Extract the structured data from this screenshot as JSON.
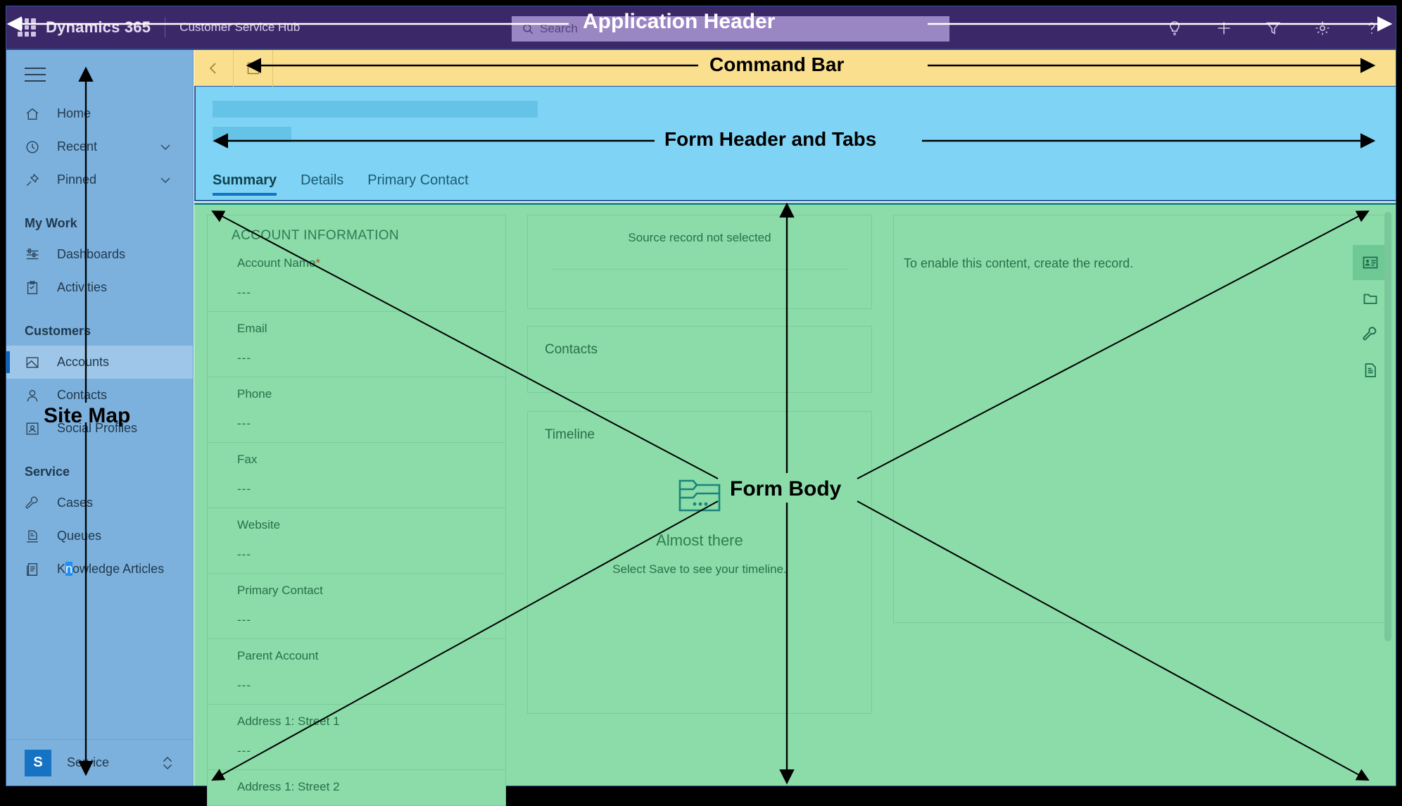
{
  "app_header": {
    "brand": "Dynamics 365",
    "app_name": "Customer Service Hub",
    "waffle_icon": "waffle-icon",
    "search": {
      "placeholder": "Search",
      "icon": "search-icon"
    },
    "actions": [
      {
        "name": "lightbulb-icon",
        "label": "Insights"
      },
      {
        "name": "plus-icon",
        "label": "Quick create"
      },
      {
        "name": "filter-icon",
        "label": "Filter"
      },
      {
        "name": "gear-icon",
        "label": "Settings"
      },
      {
        "name": "question-icon",
        "label": "Help"
      }
    ],
    "bg_color": "#3b2869",
    "search_bg": "#9b86c4"
  },
  "sitemap": {
    "hamburger_icon": "hamburger-icon",
    "items": [
      {
        "label": "Home",
        "icon": "home-icon",
        "chevron": false,
        "selected": false
      },
      {
        "label": "Recent",
        "icon": "clock-icon",
        "chevron": true,
        "selected": false
      },
      {
        "label": "Pinned",
        "icon": "pin-icon",
        "chevron": true,
        "selected": false
      }
    ],
    "groups": [
      {
        "title": "My Work",
        "items": [
          {
            "label": "Dashboards",
            "icon": "dashboard-icon",
            "selected": false
          },
          {
            "label": "Activities",
            "icon": "activity-icon",
            "selected": false
          }
        ]
      },
      {
        "title": "Customers",
        "items": [
          {
            "label": "Accounts",
            "icon": "account-icon",
            "selected": true
          },
          {
            "label": "Contacts",
            "icon": "person-icon",
            "selected": false
          },
          {
            "label": "Social Profiles",
            "icon": "social-icon",
            "selected": false
          }
        ]
      },
      {
        "title": "Service",
        "items": [
          {
            "label": "Cases",
            "icon": "wrench-icon",
            "selected": false
          },
          {
            "label": "Queues",
            "icon": "queue-icon",
            "selected": false
          },
          {
            "label": "Knowledge Articles",
            "icon": "document-icon",
            "selected": false,
            "text_selection": "n"
          }
        ]
      }
    ],
    "footer": {
      "avatar_initial": "S",
      "label": "Service",
      "updown_icon": "up-down-chevron-icon"
    },
    "bg_color": "#7cb1dd"
  },
  "command_bar": {
    "back_icon": "back-arrow-icon",
    "save_icon": "save-icon",
    "bg_color": "#fadf8e"
  },
  "form_header": {
    "title_placeholder": "",
    "subtitle_placeholder": "",
    "bg_color": "#7fd4f5",
    "tabs": [
      {
        "label": "Summary",
        "active": true
      },
      {
        "label": "Details",
        "active": false
      },
      {
        "label": "Primary Contact",
        "active": false
      }
    ]
  },
  "form_body": {
    "bg_color": "#8bdca8",
    "left_column": {
      "section_title": "ACCOUNT INFORMATION",
      "fields": [
        {
          "label": "Account Name",
          "required": true,
          "value": "---"
        },
        {
          "label": "Email",
          "required": false,
          "value": "---"
        },
        {
          "label": "Phone",
          "required": false,
          "value": "---"
        },
        {
          "label": "Fax",
          "required": false,
          "value": "---"
        },
        {
          "label": "Website",
          "required": false,
          "value": "---"
        },
        {
          "label": "Primary Contact",
          "required": false,
          "value": "---"
        },
        {
          "label": "Parent Account",
          "required": false,
          "value": "---"
        },
        {
          "label": "Address 1: Street 1",
          "required": false,
          "value": "---"
        },
        {
          "label": "Address 1: Street 2",
          "required": false,
          "value": ""
        }
      ],
      "required_marker": "*"
    },
    "middle_column": {
      "source_card": {
        "note": "Source record not selected"
      },
      "contacts_card": {
        "title": "Contacts"
      },
      "timeline_card": {
        "title": "Timeline",
        "empty_icon": "folder-ellipsis-icon",
        "empty_title": "Almost there",
        "empty_subtitle": "Select Save to see your timeline."
      }
    },
    "right_column": {
      "note": "To enable this content, create the record.",
      "rail": [
        {
          "name": "contact-card-icon",
          "active": true
        },
        {
          "name": "folder-icon",
          "active": false
        },
        {
          "name": "wrench-icon",
          "active": false
        },
        {
          "name": "document-icon",
          "active": false
        }
      ]
    }
  },
  "annotations": [
    {
      "id": "lbl-app",
      "text": "Application Header"
    },
    {
      "id": "lbl-cmd",
      "text": "Command Bar"
    },
    {
      "id": "lbl-form",
      "text": "Form Header and Tabs"
    },
    {
      "id": "lbl-body",
      "text": "Form Body"
    },
    {
      "id": "lbl-site",
      "text": "Site Map"
    }
  ]
}
